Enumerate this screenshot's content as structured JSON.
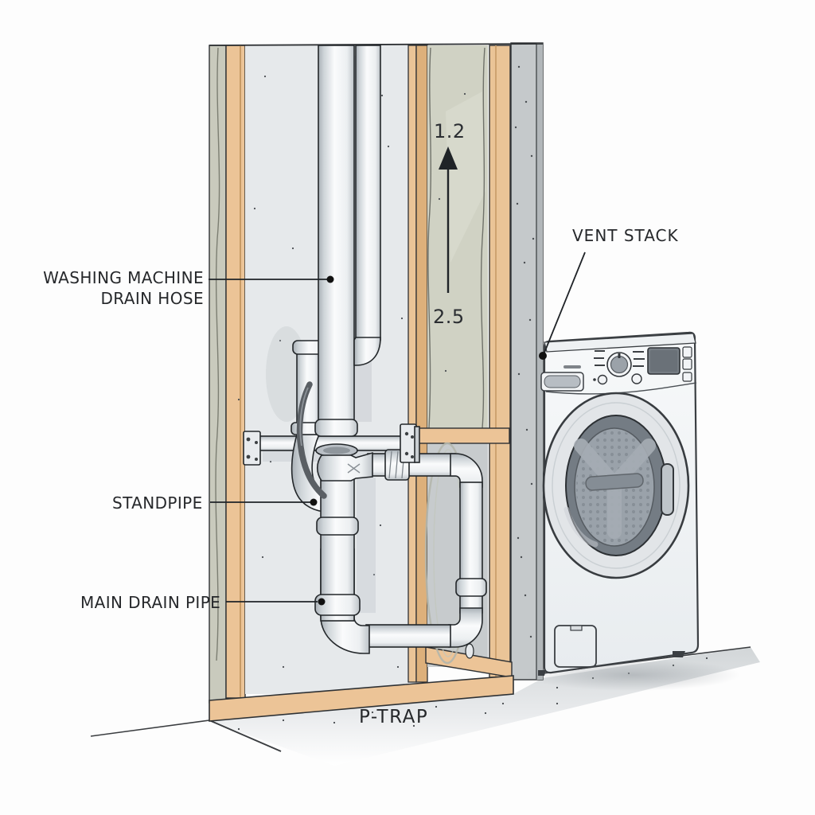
{
  "diagram": {
    "labels": {
      "drain_hose_line1": "WASHING MACHINE",
      "drain_hose_line2": "DRAIN HOSE",
      "standpipe": "STANDPIPE",
      "main_drain_pipe": "MAIN DRAIN PIPE",
      "p_trap": "P-TRAP",
      "vent_stack": "VENT STACK"
    },
    "measurements": {
      "upper": "1.2",
      "lower": "2.5"
    },
    "colors": {
      "pipe_white": "#f4f6f8",
      "wood_stud": "#ecc497",
      "insulation": "#d0d2c4",
      "concrete": "#c5c9cb",
      "drywall": "#e6e9eb",
      "drain_hose": "#5a5f64",
      "label_text": "#26282b",
      "leader_line": "#1f2327"
    }
  }
}
